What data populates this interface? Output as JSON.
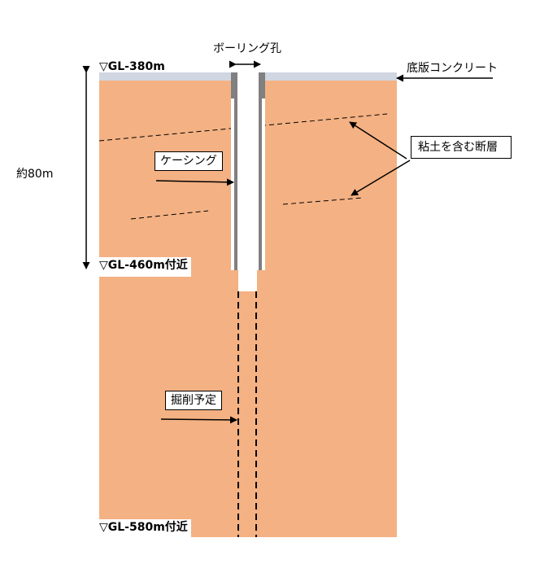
{
  "title": "ボーリング孔",
  "labels": {
    "gl_top": "▽GL-380m",
    "gl_mid": "▽GL-460m付近",
    "gl_bottom": "▽GL-580m付近",
    "depth_span": "約80m",
    "concrete": "底版コンクリート",
    "casing": "ケーシング",
    "fault": "粘土を含む断層",
    "excavation": "掘削予定"
  },
  "colors": {
    "ground": "#F4B183",
    "concrete_slab": "#D0D6E2",
    "casing": "#808080",
    "borehole": "#ffffff",
    "line": "#000000"
  }
}
